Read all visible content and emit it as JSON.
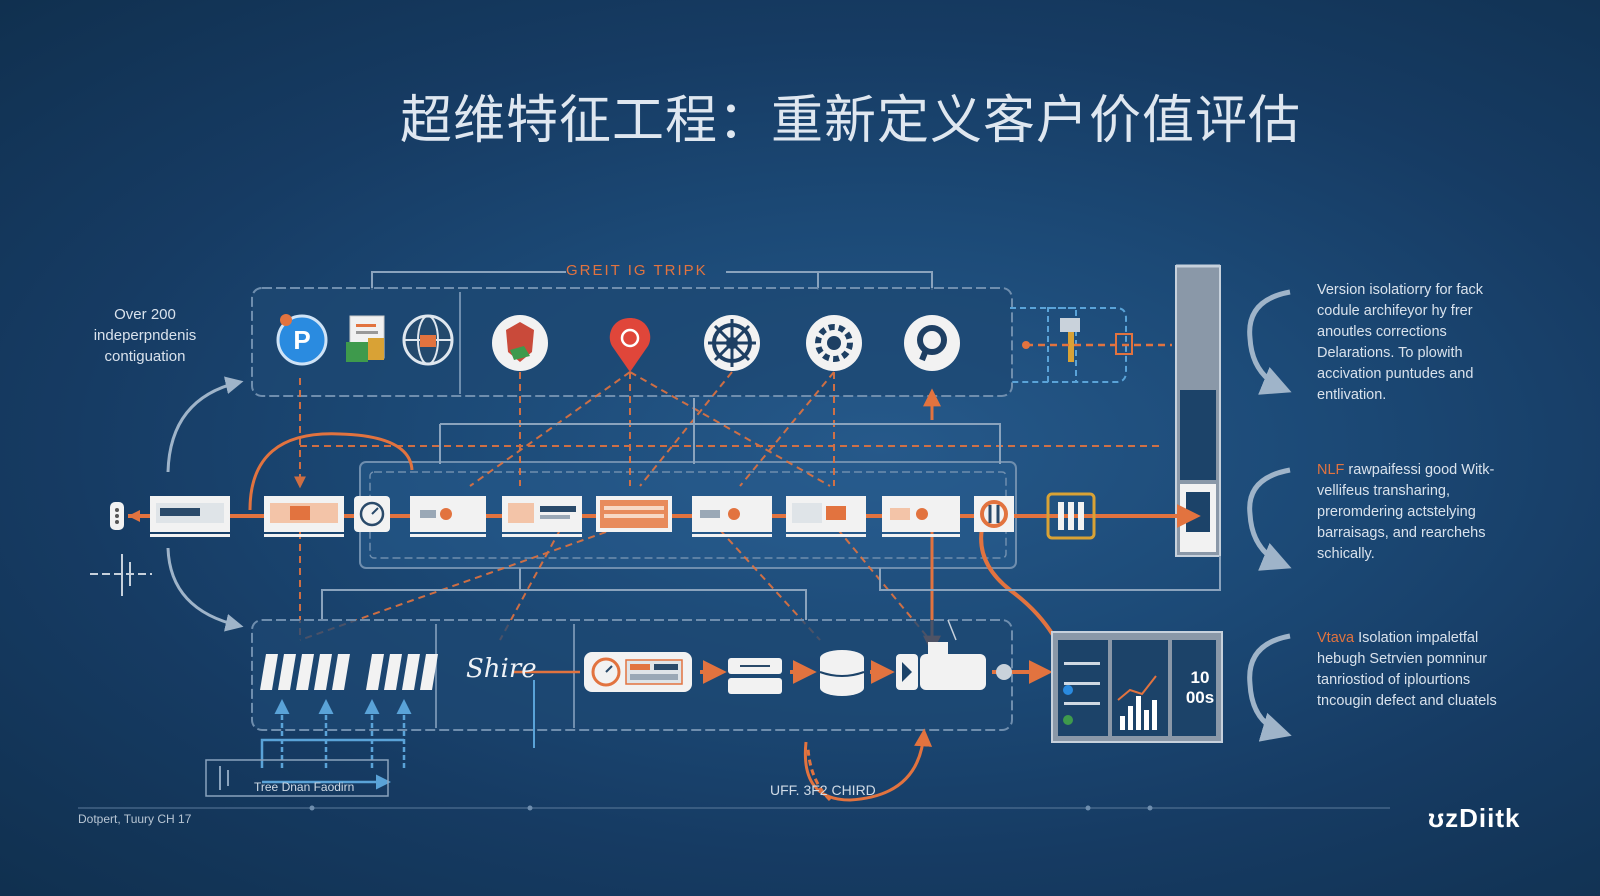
{
  "title": "超维特征工程：重新定义客户价值评估",
  "top_label": "GREIT IG TRIPK",
  "side_note": "Over 200 indeperpndenis contiguation",
  "descriptions": [
    {
      "highlight": "",
      "body": "Version isolatiorry for fack codule archifeyor hy frer anoutles corrections Delarations. To plowith accivation puntudes and entlivation."
    },
    {
      "highlight": "NLF",
      "body": " rawpaifessi good Witk-vellifeus transharing, preromdering actstelying barraisags, and rearchehs schically."
    },
    {
      "highlight": "Vtava",
      "body": " Isolation impaletfal hebugh Setrvien pomninur tanriostiod of iplourtions tncougin defect and cluatels"
    }
  ],
  "bottom_left_label": "Tree Dnan Faodirn",
  "bottom_center_label": "UFF. 3F2 CHIRD",
  "footer": "Dotpert, Tuury CH 17",
  "brand": "ʊzDiitk",
  "script_word": "Shire",
  "metric": {
    "value": "10",
    "unit": "00s"
  },
  "colors": {
    "accent": "#e2733f",
    "line": "#7f9cba",
    "panel": "#1f4c7a"
  },
  "icons": [
    "p-badge-icon",
    "document-chart-icon",
    "globe-icon",
    "shield-hand-icon",
    "location-pin-icon",
    "ships-wheel-icon",
    "gear-network-icon",
    "search-ring-icon"
  ]
}
